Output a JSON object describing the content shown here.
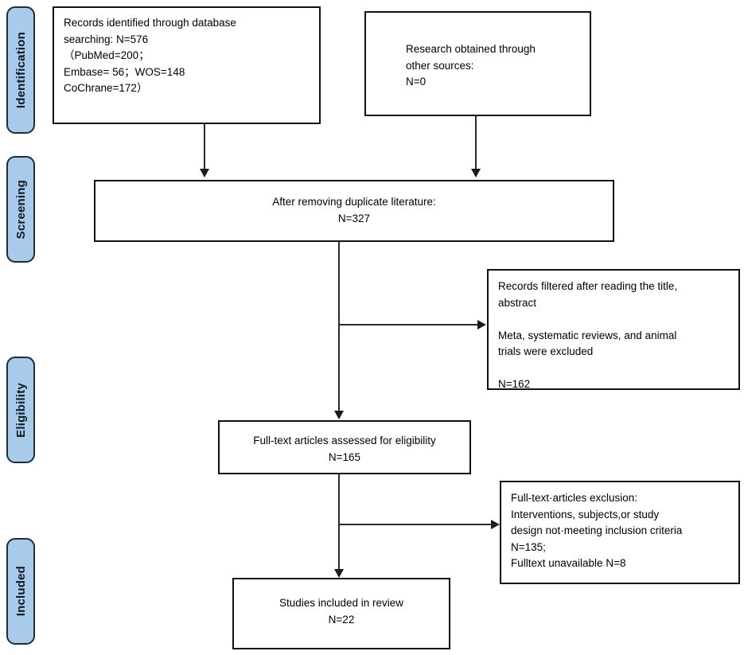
{
  "diagram": {
    "type": "prisma-flow-diagram",
    "stages": [
      {
        "id": "identification",
        "label": "Identification"
      },
      {
        "id": "screening",
        "label": "Screening"
      },
      {
        "id": "eligibility",
        "label": "Eligibility"
      },
      {
        "id": "included",
        "label": "Included"
      }
    ],
    "boxes": {
      "database_search": {
        "text": "Records identified through database\nsearching: N=576\n（PubMed=200；\nEmbase= 56；WOS=148\nCoChrane=172）"
      },
      "other_sources": {
        "text": "Research obtained through\nother sources:\n                 N=0"
      },
      "duplicates_removed": {
        "text": "After removing duplicate literature:\nN=327"
      },
      "title_abstract_excluded": {
        "text": "Records filtered after reading the title,\nabstract\n\nMeta, systematic reviews, and animal\ntrials were excluded\n\n                    N=162"
      },
      "fulltext_assessed": {
        "text": "Full-text articles assessed for eligibility\nN=165"
      },
      "fulltext_excluded": {
        "text": "Full-text·articles exclusion:\nInterventions, subjects,or study\ndesign not·meeting inclusion criteria\nN=135;\nFulltext unavailable N=8"
      },
      "included_studies": {
        "text": "Studies included in review\nN=22"
      }
    },
    "colors": {
      "stage_fill": "#a9cbea",
      "stage_border": "#1f2b38",
      "box_border": "#111111",
      "connector": "#2a2a2a",
      "text": "#000000",
      "background": "#ffffff"
    },
    "counts": {
      "database_total": 576,
      "pubmed": 200,
      "embase": 56,
      "wos": 148,
      "cochrane": 172,
      "other_sources": 0,
      "after_duplicates": 327,
      "excluded_title_abstract": 162,
      "fulltext_assessed": 165,
      "excluded_fulltext_criteria": 135,
      "fulltext_unavailable": 8,
      "included": 22
    }
  }
}
